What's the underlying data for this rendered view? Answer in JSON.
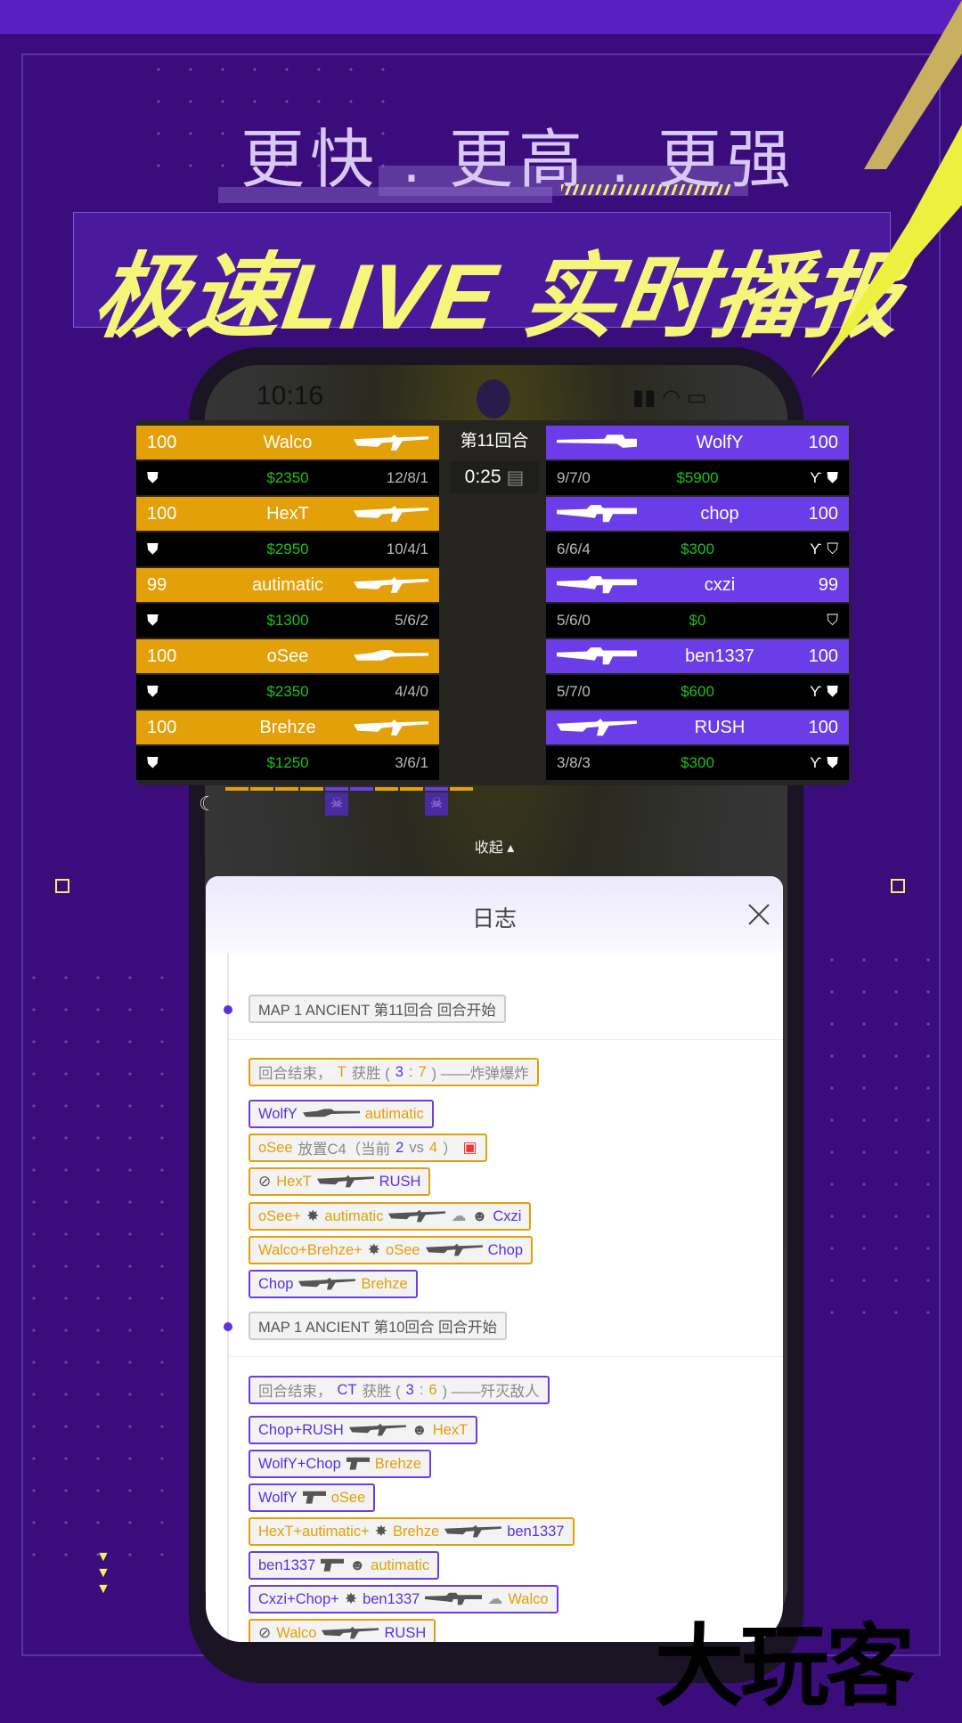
{
  "promo": {
    "slogan": "更快 . 更高 . 更强",
    "headline": "极速LIVE 实时播报",
    "watermark": "大玩客"
  },
  "colors": {
    "background": "#3a0c7c",
    "t_side": "#e3a008",
    "ct_side": "#6a3de8",
    "money": "#1ec01e",
    "accent": "#f5f57a"
  },
  "status_bar": {
    "time": "10:16",
    "icons": [
      "signal-icon",
      "wifi-icon",
      "battery-icon"
    ]
  },
  "scoreboard": {
    "round": "第11回合",
    "timer": "0:25",
    "t_players": [
      {
        "hp": "100",
        "name": "Walco",
        "money": "$2350",
        "kda": "12/8/1",
        "weapon": "ak47",
        "armor": "helmet"
      },
      {
        "hp": "100",
        "name": "HexT",
        "money": "$2950",
        "kda": "10/4/1",
        "weapon": "ak47",
        "armor": "helmet"
      },
      {
        "hp": "99",
        "name": "autimatic",
        "money": "$1300",
        "kda": "5/6/2",
        "weapon": "ak47",
        "armor": "helmet"
      },
      {
        "hp": "100",
        "name": "oSee",
        "money": "$2350",
        "kda": "4/4/0",
        "weapon": "sniper",
        "armor": "helmet"
      },
      {
        "hp": "100",
        "name": "Brehze",
        "money": "$1250",
        "kda": "3/6/1",
        "weapon": "ak47",
        "armor": "helmet"
      }
    ],
    "ct_players": [
      {
        "hp": "100",
        "name": "WolfY",
        "money": "$5900",
        "kda": "9/7/0",
        "weapon": "awp",
        "defuse": true,
        "armor": "helmet"
      },
      {
        "hp": "100",
        "name": "chop",
        "money": "$300",
        "kda": "6/6/4",
        "weapon": "m4",
        "defuse": true,
        "armor": "vest"
      },
      {
        "hp": "99",
        "name": "cxzi",
        "money": "$0",
        "kda": "5/6/0",
        "weapon": "m4a1s",
        "defuse": false,
        "armor": "vest"
      },
      {
        "hp": "100",
        "name": "ben1337",
        "money": "$600",
        "kda": "5/7/0",
        "weapon": "m4a1s",
        "defuse": true,
        "armor": "helmet"
      },
      {
        "hp": "100",
        "name": "RUSH",
        "money": "$300",
        "kda": "3/8/3",
        "weapon": "ak47",
        "defuse": true,
        "armor": "helmet"
      }
    ],
    "round_history": [
      "t",
      "t",
      "t",
      "t",
      "ct",
      "ct",
      "t",
      "t",
      "ct",
      "t"
    ],
    "collapse_label": "收起 ▴"
  },
  "log": {
    "title": "日志",
    "entries": [
      {
        "type": "round",
        "dot": true,
        "border": "g",
        "segs": [
          [
            "MAP 1 ANCIENT 第11回合 回合开始",
            "d"
          ]
        ]
      },
      {
        "type": "divider"
      },
      {
        "border": "o",
        "segs": [
          [
            "回合结束，",
            "g"
          ],
          [
            "T",
            "o"
          ],
          [
            "获胜 (",
            "g"
          ],
          [
            "3",
            "b"
          ],
          [
            ":",
            "g"
          ],
          [
            "7",
            "o"
          ],
          [
            ") ——炸弹爆炸",
            "g"
          ]
        ]
      },
      {
        "border": "b",
        "segs": [
          [
            "WolfY",
            "b"
          ],
          {
            "icon": "sniper"
          },
          [
            "autimatic",
            "o"
          ]
        ]
      },
      {
        "border": "o",
        "segs": [
          [
            "oSee",
            "o"
          ],
          [
            "放置C4（当前",
            "g"
          ],
          [
            "2",
            "b"
          ],
          [
            " vs ",
            "g"
          ],
          [
            "4",
            "o"
          ],
          [
            "）",
            "g"
          ],
          {
            "icon": "c4"
          }
        ]
      },
      {
        "border": "o",
        "segs": [
          {
            "icon": "blind"
          },
          [
            "HexT",
            "o"
          ],
          {
            "icon": "rifle"
          },
          [
            "RUSH",
            "b"
          ]
        ]
      },
      {
        "border": "o",
        "segs": [
          [
            "oSee+",
            "o"
          ],
          {
            "icon": "flash"
          },
          [
            "autimatic",
            "o"
          ],
          {
            "icon": "rifle"
          },
          {
            "icon": "smoke"
          },
          {
            "icon": "headshot"
          },
          [
            "Cxzi",
            "b"
          ]
        ]
      },
      {
        "border": "o",
        "segs": [
          [
            "Walco+Brehze+",
            "o"
          ],
          {
            "icon": "flash"
          },
          [
            "oSee",
            "o"
          ],
          {
            "icon": "rifle"
          },
          [
            "Chop",
            "b"
          ]
        ]
      },
      {
        "border": "b",
        "segs": [
          [
            "Chop",
            "b"
          ],
          {
            "icon": "rifle"
          },
          [
            "Brehze",
            "o"
          ]
        ]
      },
      {
        "type": "round",
        "dot": true,
        "border": "g",
        "segs": [
          [
            "MAP 1 ANCIENT 第10回合 回合开始",
            "d"
          ]
        ]
      },
      {
        "type": "divider"
      },
      {
        "border": "b",
        "segs": [
          [
            "回合结束，",
            "g"
          ],
          [
            "CT",
            "b"
          ],
          [
            "获胜 (",
            "g"
          ],
          [
            "3",
            "b"
          ],
          [
            ":",
            "g"
          ],
          [
            "6",
            "o"
          ],
          [
            ") ——歼灭敌人",
            "g"
          ]
        ]
      },
      {
        "border": "b",
        "segs": [
          [
            "Chop+RUSH",
            "b"
          ],
          {
            "icon": "rifle"
          },
          {
            "icon": "headshot"
          },
          [
            "HexT",
            "o"
          ]
        ]
      },
      {
        "border": "b",
        "segs": [
          [
            "WolfY+Chop",
            "b"
          ],
          {
            "icon": "pistol"
          },
          [
            "Brehze",
            "o"
          ]
        ]
      },
      {
        "border": "b",
        "segs": [
          [
            "WolfY",
            "b"
          ],
          {
            "icon": "pistol"
          },
          [
            "oSee",
            "o"
          ]
        ]
      },
      {
        "border": "o",
        "segs": [
          [
            "HexT+autimatic+",
            "o"
          ],
          {
            "icon": "flash"
          },
          [
            "Brehze",
            "o"
          ],
          {
            "icon": "rifle"
          },
          [
            "ben1337",
            "b"
          ]
        ]
      },
      {
        "border": "b",
        "segs": [
          [
            "ben1337",
            "b"
          ],
          {
            "icon": "pistol"
          },
          {
            "icon": "headshot"
          },
          [
            "autimatic",
            "o"
          ]
        ]
      },
      {
        "border": "b",
        "segs": [
          [
            "Cxzi+Chop+",
            "b"
          ],
          {
            "icon": "flash"
          },
          [
            "ben1337",
            "b"
          ],
          {
            "icon": "m4"
          },
          {
            "icon": "smoke"
          },
          [
            "Walco",
            "o"
          ]
        ]
      },
      {
        "border": "o",
        "segs": [
          {
            "icon": "blind"
          },
          [
            "Walco",
            "o"
          ],
          {
            "icon": "rifle"
          },
          [
            "RUSH",
            "b"
          ]
        ]
      }
    ]
  }
}
